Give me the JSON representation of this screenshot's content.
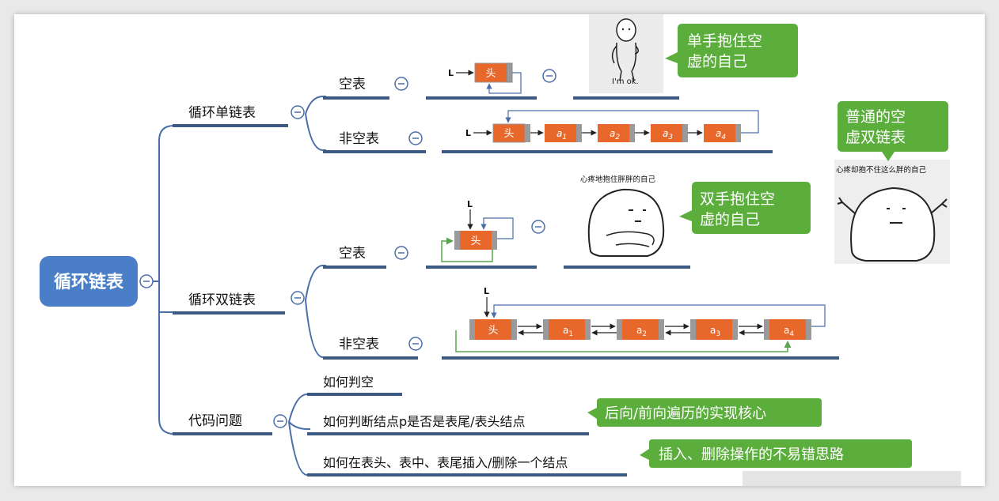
{
  "root": {
    "label": "循环链表"
  },
  "branches": {
    "single": {
      "label": "循环单链表",
      "empty": {
        "label": "空表"
      },
      "nonempty": {
        "label": "非空表"
      }
    },
    "double": {
      "label": "循环双链表",
      "empty": {
        "label": "空表"
      },
      "nonempty": {
        "label": "非空表"
      }
    },
    "code": {
      "label": "代码问题",
      "items": [
        {
          "label": "如何判空"
        },
        {
          "label": "如何判断结点p是否是表尾/表头结点"
        },
        {
          "label": "如何在表头、表中、表尾插入/删除一个结点"
        }
      ]
    }
  },
  "list_figures": {
    "pointer_label": "L",
    "head_label": "头",
    "node_letter": "a",
    "node_indices": [
      "1",
      "2",
      "3",
      "4"
    ]
  },
  "callouts": {
    "single_hug": {
      "line1": "单手抱住空",
      "line2": "虚的自己"
    },
    "ordinary_double": {
      "line1": "普通的空",
      "line2": "虚双链表"
    },
    "double_hug": {
      "line1": "双手抱住空",
      "line2": "虚的自己"
    },
    "traversal": {
      "label": "后向/前向遍历的实现核心"
    },
    "insert_delete": {
      "label": "插入、删除操作的不易错思路"
    }
  },
  "memes": {
    "im_ok": {
      "caption": "I'm ok."
    },
    "hugging_self": {
      "caption": "心疼地抱住胖胖的自己"
    },
    "cannot_hug": {
      "caption": "心疼却抱不住这么胖的自己"
    }
  },
  "colors": {
    "line": "#3d5a85",
    "root_fill": "#4a7fc8",
    "node_orange": "#e8682c",
    "node_gray": "#9a9a9a",
    "callout_green": "#5cae3c",
    "connector": "#4a6ea8",
    "prev_arrow": "#5aa64e"
  }
}
